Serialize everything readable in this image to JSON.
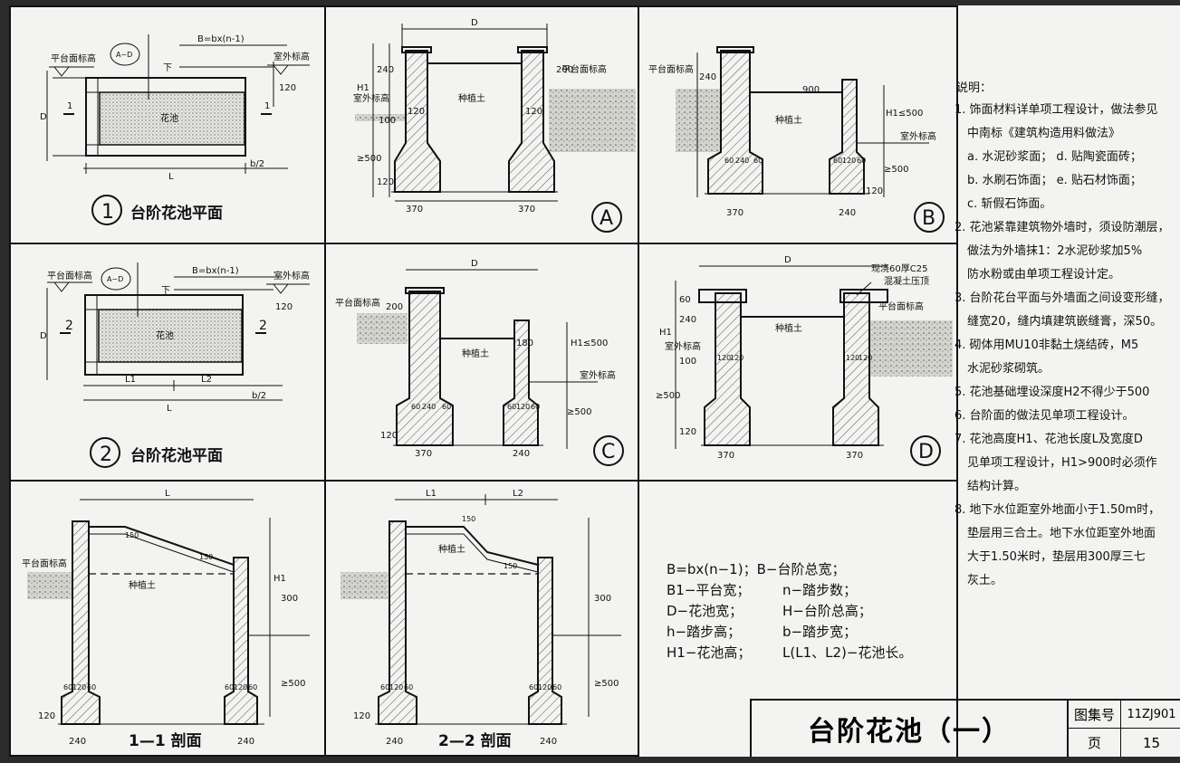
{
  "panels": {
    "p1": {
      "label": "台阶花池平面",
      "num": "1",
      "tag": "A~D",
      "b_label": "B=bx(n-1)",
      "left_elev": "平台面标高",
      "right_elev": "室外标高",
      "down": "下",
      "dim_120": "120",
      "pool": "花池",
      "d": "D",
      "l": "L",
      "b2": "b/2",
      "cut": "1"
    },
    "p2": {
      "label": "台阶花池平面",
      "num": "2",
      "tag": "A~D",
      "b_label": "B=bx(n-1)",
      "left_elev": "平台面标高",
      "right_elev": "室外标高",
      "down": "下",
      "dim_120": "120",
      "pool": "花池",
      "d": "D",
      "l": "L",
      "l1": "L1",
      "l2": "L2",
      "b2": "b/2",
      "cut": "2"
    },
    "pa": {
      "circle": "A",
      "d": "D",
      "h1": "H1",
      "dim_240": "240",
      "dim_200": "200",
      "dim_100": "100",
      "dim_120a": "120",
      "dim_120b": "120",
      "dim_500": "≥500",
      "dim_120c": "120",
      "dim_370a": "370",
      "dim_370b": "370",
      "soil": "种植土",
      "left_elev": "室外标高",
      "right_elev": "平台面标高"
    },
    "pb": {
      "circle": "B",
      "dim_240": "240",
      "dim_900": "900",
      "h1": "H1≤500",
      "dim_500": "≥500",
      "dim_120": "120",
      "dim_60a": "60",
      "dim_240b": "240",
      "dim_60b": "60",
      "dim_60c": "60",
      "dim_120b": "120",
      "dim_60d": "60",
      "dim_370": "370",
      "dim_240c": "240",
      "soil": "种植土",
      "left_elev": "平台面标高",
      "right_elev": "室外标高"
    },
    "pc": {
      "circle": "C",
      "d": "D",
      "dim_200": "200",
      "dim_180": "180",
      "h1": "H1≤500",
      "dim_500": "≥500",
      "dim_120": "120",
      "dim_60a": "60",
      "dim_240": "240",
      "dim_60b": "60",
      "dim_60c": "60",
      "dim_120b": "120",
      "dim_60d": "60",
      "dim_370": "370",
      "dim_240b": "240",
      "soil": "种植土",
      "left_elev": "平台面标高",
      "right_elev": "室外标高"
    },
    "pd": {
      "circle": "D",
      "d": "D",
      "cap1": "现浇60厚C25",
      "cap2": "混凝土压顶",
      "h1": "H1",
      "dim_240": "240",
      "dim_60": "60",
      "dim_100": "100",
      "dim_500": "≥500",
      "dim_120": "120",
      "dim_120a": "120",
      "dim_120b": "120",
      "dim_120c": "120",
      "dim_120d": "120",
      "dim_370a": "370",
      "dim_370b": "370",
      "soil": "种植土",
      "left_elev": "室外标高",
      "right_elev": "平台面标高"
    },
    "s1": {
      "label": "1—1 剖面",
      "l": "L",
      "h1": "H1",
      "dim_150a": "150",
      "dim_150b": "150",
      "dim_300": "300",
      "dim_500": "≥500",
      "dim_120": "120",
      "dim_60a": "60",
      "dim_120a": "120",
      "dim_60b": "60",
      "dim_60c": "60",
      "dim_120b": "120",
      "dim_60d": "60",
      "dim_240a": "240",
      "dim_240b": "240",
      "soil": "种植土",
      "left_elev": "平台面标高"
    },
    "s2": {
      "label": "2—2 剖面",
      "l1": "L1",
      "l2": "L2",
      "dim_150a": "150",
      "dim_150b": "150",
      "dim_300": "300",
      "dim_500": "≥500",
      "dim_120": "120",
      "dim_60a": "60",
      "dim_120a": "120",
      "dim_60b": "60",
      "dim_60c": "60",
      "dim_120b": "120",
      "dim_60d": "60",
      "dim_240a": "240",
      "dim_240b": "240",
      "soil": "种植土"
    }
  },
  "legend": {
    "line1": "B=bx(n−1)；B−台阶总宽；",
    "rows": [
      [
        "B1−平台宽；",
        "n−踏步数；"
      ],
      [
        "D−花池宽；",
        "H−台阶总高；"
      ],
      [
        "h−踏步高；",
        "b−踏步宽；"
      ],
      [
        "H1−花池高；",
        "L(L1、L2)−花池长。"
      ]
    ]
  },
  "notes": {
    "title": "说明：",
    "items": [
      "1. 饰面材料详单项工程设计，做法参见",
      "中南标《建筑构造用料做法》",
      "a. 水泥砂浆面；  d. 贴陶瓷面砖；",
      "b. 水刷石饰面；  e. 贴石材饰面；",
      "c. 斩假石饰面。",
      "2. 花池紧靠建筑物外墙时，须设防潮层，",
      "做法为外墙抹1：2水泥砂浆加5%",
      "防水粉或由单项工程设计定。",
      "3. 台阶花台平面与外墙面之间设变形缝，",
      "缝宽20，缝内填建筑嵌缝膏，深50。",
      "4. 砌体用MU10非黏土烧结砖，M5",
      "水泥砂浆砌筑。",
      "5. 花池基础埋设深度H2不得少于500",
      "6. 台阶面的做法见单项工程设计。",
      "7. 花池高度H1、花池长度L及宽度D",
      "见单项工程设计，H1>900时必须作",
      "结构计算。",
      "8. 地下水位距室外地面小于1.50m时，",
      "垫层用三合土。地下水位距室外地面",
      "大于1.50米时，垫层用300厚三七",
      "灰土。"
    ]
  },
  "titleblock": {
    "title": "台阶花池（一）",
    "atlas_label": "图集号",
    "atlas_no": "11ZJ901",
    "page_label": "页",
    "page_no": "15"
  }
}
